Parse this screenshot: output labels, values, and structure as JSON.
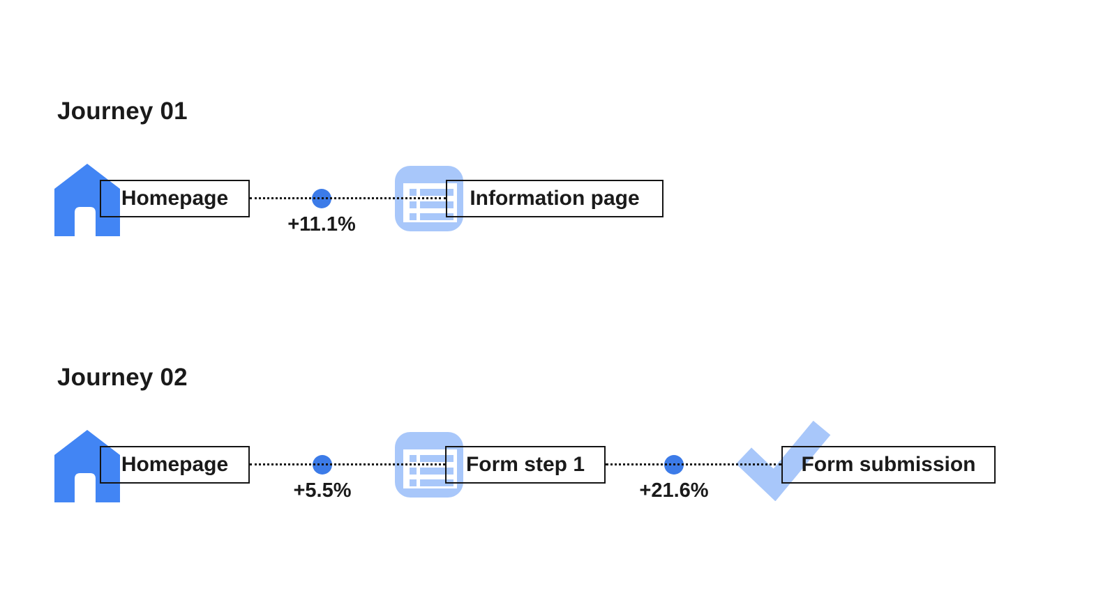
{
  "colors": {
    "node_blue": "#4285F4",
    "dot_blue": "#3C7BE8",
    "light_blue": "#A8C7FA",
    "ink": "#1A1A1A",
    "line_ink": "#141414",
    "bg": "#FFFFFF"
  },
  "journeys": [
    {
      "title": "Journey 01",
      "steps": [
        {
          "icon": "home-icon",
          "label": "Homepage"
        },
        {
          "icon": "document-list-icon",
          "label": "Information page"
        }
      ],
      "transitions": [
        {
          "delta": "+11.1%"
        }
      ]
    },
    {
      "title": "Journey 02",
      "steps": [
        {
          "icon": "home-icon",
          "label": "Homepage"
        },
        {
          "icon": "document-list-icon",
          "label": "Form step 1"
        },
        {
          "icon": "checkmark-icon",
          "label": "Form submission"
        }
      ],
      "transitions": [
        {
          "delta": "+5.5%"
        },
        {
          "delta": "+21.6%"
        }
      ]
    }
  ]
}
